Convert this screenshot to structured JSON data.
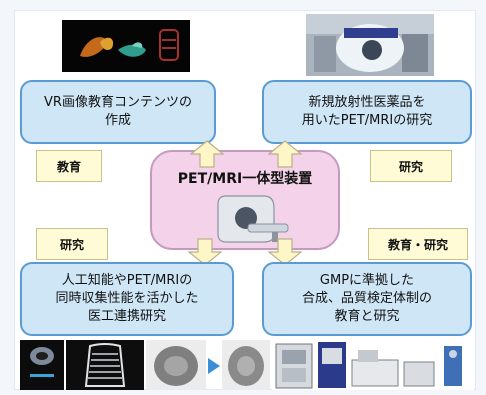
{
  "center": {
    "title": "PET/MRI一体型装置"
  },
  "boxes": {
    "top_left": "VR画像教育コンテンツの\n作成",
    "top_right": "新規放射性医薬品を\n用いたPET/MRIの研究",
    "bottom_left": "人工知能やPET/MRIの\n同時収集性能を活かした\n医工連携研究",
    "bottom_right": "GMPに準拠した\n合成、品質検定体制の\n教育と研究"
  },
  "tags": {
    "top_left": "教育",
    "top_right": "研究",
    "bottom_left": "研究",
    "bottom_right": "教育・研究"
  },
  "icons": {
    "top_left_image": "vr-3d-anatomy-image",
    "top_right_image": "pet-mri-scanner-room-photo",
    "center_image": "pet-mri-scanner-icon",
    "bottom_left_image": "medical-scan-images",
    "bottom_right_image": "gmp-lab-equipment-photo"
  },
  "colors": {
    "box_fill": "#cfe6f7",
    "box_border": "#5a9bd3",
    "tag_fill": "#fffbd6",
    "center_fill": "#f4d3ea",
    "arrow_fill": "#fff6c8"
  }
}
